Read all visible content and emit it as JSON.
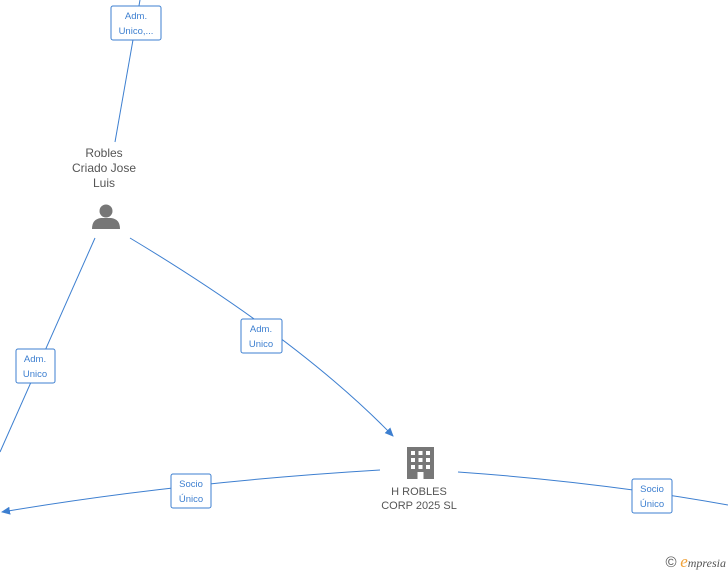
{
  "nodes": {
    "person": {
      "name_lines": [
        "Robles",
        "Criado Jose",
        "Luis"
      ],
      "icon": "person-icon"
    },
    "company": {
      "name_lines": [
        "H ROBLES",
        "CORP 2025  SL"
      ],
      "icon": "building-icon"
    }
  },
  "edges": {
    "top": {
      "label_lines": [
        "Adm.",
        "Unico,..."
      ]
    },
    "left": {
      "label_lines": [
        "Adm.",
        "Unico"
      ]
    },
    "center": {
      "label_lines": [
        "Adm.",
        "Unico"
      ]
    },
    "bottom_left": {
      "label_lines": [
        "Socio",
        "Único"
      ]
    },
    "bottom_right": {
      "label_lines": [
        "Socio",
        "Único"
      ]
    }
  },
  "watermark": {
    "copyright": "©",
    "brand_initial": "e",
    "brand_rest": "mpresia"
  },
  "colors": {
    "edge": "#3d7fd0",
    "node_icon": "#777777",
    "text": "#555555",
    "brand": "#f0a23a"
  }
}
